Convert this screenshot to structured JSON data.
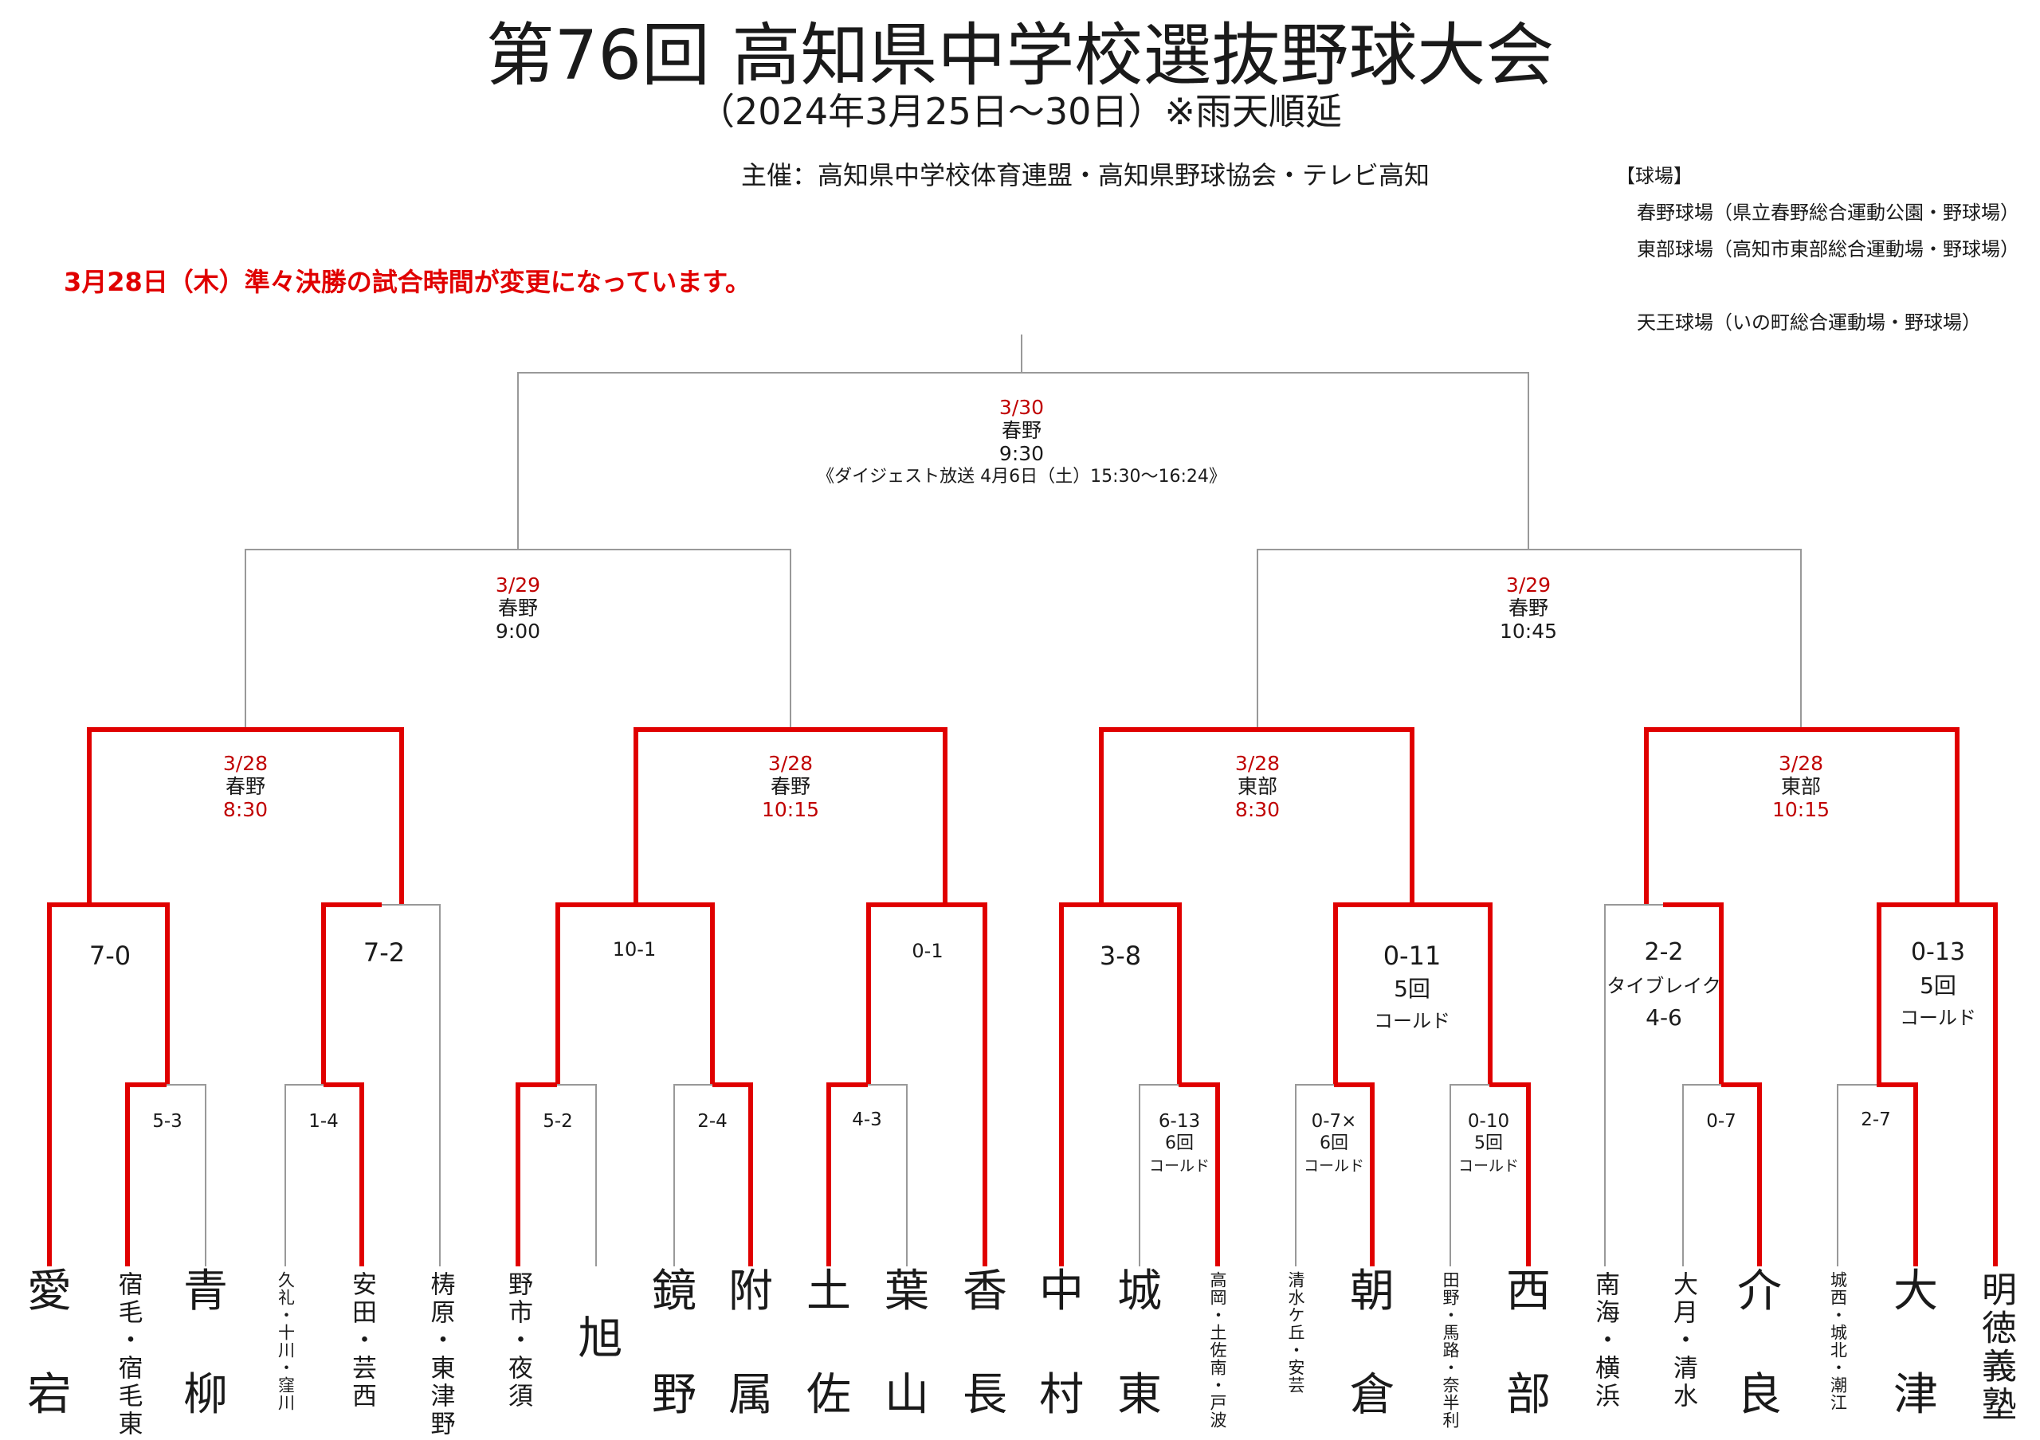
{
  "header": {
    "title": "第76回 高知県中学校選抜野球大会",
    "subtitle": "（2024年3月25日～30日）※雨天順延",
    "organizer": "主催：高知県中学校体育連盟・高知県野球協会・テレビ高知",
    "notice": "3月28日（木）準々決勝の試合時間が変更になっています。"
  },
  "venues": {
    "heading": "【球場】",
    "items": [
      "春野球場（県立春野総合運動公園・野球場）",
      "東部球場（高知市東部総合運動場・野球場）",
      "天王球場（いの町総合運動場・野球場）"
    ]
  },
  "colors": {
    "winner_line": "#e00000",
    "line": "#999999",
    "accent": "#c00000"
  },
  "final": {
    "date": "3/30",
    "venue": "春野",
    "time": "9:30",
    "broadcast": "《ダイジェスト放送 4月6日（土）15:30～16:24》"
  },
  "semifinals": [
    {
      "date": "3/29",
      "venue": "春野",
      "time": "9:00"
    },
    {
      "date": "3/29",
      "venue": "春野",
      "time": "10:45"
    }
  ],
  "quarterfinals": [
    {
      "date": "3/28",
      "venue": "春野",
      "time": "8:30"
    },
    {
      "date": "3/28",
      "venue": "春野",
      "time": "10:15"
    },
    {
      "date": "3/28",
      "venue": "東部",
      "time": "8:30"
    },
    {
      "date": "3/28",
      "venue": "東部",
      "time": "10:15"
    }
  ],
  "round2_scores": [
    {
      "lines": [
        "7-0"
      ]
    },
    {
      "lines": [
        "7-2"
      ]
    },
    {
      "lines": [
        "10-1"
      ]
    },
    {
      "lines": [
        "0-1"
      ]
    },
    {
      "lines": [
        "3-8"
      ]
    },
    {
      "lines": [
        "0-11",
        "5回",
        "コールド"
      ]
    },
    {
      "lines": [
        "2-2",
        "タイブレイク",
        "4-6"
      ]
    },
    {
      "lines": [
        "0-13",
        "5回",
        "コールド"
      ]
    }
  ],
  "round1_scores": [
    {
      "lines": [
        "5-3"
      ]
    },
    {
      "lines": [
        "1-4"
      ]
    },
    {
      "lines": [
        "5-2"
      ]
    },
    {
      "lines": [
        "2-4"
      ]
    },
    {
      "lines": [
        "4-3"
      ]
    },
    {
      "lines": [
        "6-13",
        "6回",
        "コールド"
      ]
    },
    {
      "lines": [
        "0-7×",
        "6回",
        "コールド"
      ]
    },
    {
      "lines": [
        "0-10",
        "5回",
        "コールド"
      ]
    },
    {
      "lines": [
        "0-7"
      ]
    },
    {
      "lines": [
        "2-7"
      ]
    }
  ],
  "teams": [
    {
      "name": [
        "愛",
        "宕"
      ]
    },
    {
      "name": [
        "宿毛・宿毛東"
      ]
    },
    {
      "name": [
        "青",
        "柳"
      ]
    },
    {
      "name": [
        "久礼・十川・窪川"
      ]
    },
    {
      "name": [
        "安田・芸西"
      ]
    },
    {
      "name": [
        "梼原・東津野"
      ]
    },
    {
      "name": [
        "野市・夜須"
      ]
    },
    {
      "name": [
        "旭"
      ]
    },
    {
      "name": [
        "鏡",
        "野"
      ]
    },
    {
      "name": [
        "附",
        "属"
      ]
    },
    {
      "name": [
        "土",
        "佐"
      ]
    },
    {
      "name": [
        "葉",
        "山"
      ]
    },
    {
      "name": [
        "香",
        "長"
      ]
    },
    {
      "name": [
        "中",
        "村"
      ]
    },
    {
      "name": [
        "城",
        "東"
      ]
    },
    {
      "name": [
        "高岡・土佐南・戸波"
      ]
    },
    {
      "name": [
        "清水ケ丘・安芸"
      ]
    },
    {
      "name": [
        "朝",
        "倉"
      ]
    },
    {
      "name": [
        "田野・馬路・奈半利"
      ]
    },
    {
      "name": [
        "西",
        "部"
      ]
    },
    {
      "name": [
        "南海・横浜"
      ]
    },
    {
      "name": [
        "大月・清水"
      ]
    },
    {
      "name": [
        "介",
        "良"
      ]
    },
    {
      "name": [
        "城西・城北・潮江"
      ]
    },
    {
      "name": [
        "大",
        "津"
      ]
    },
    {
      "name": [
        "明徳義塾"
      ]
    }
  ]
}
